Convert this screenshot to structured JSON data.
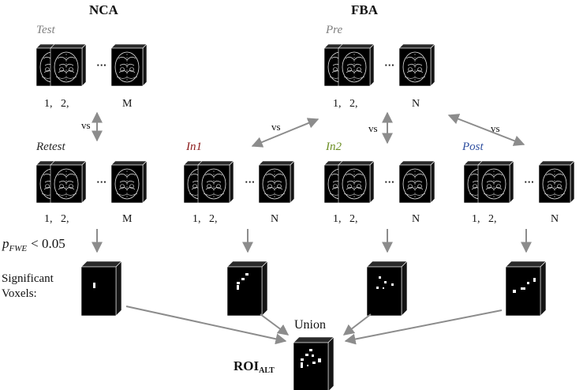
{
  "headings": {
    "nca": "NCA",
    "fba": "FBA"
  },
  "sessions": {
    "test": "Test",
    "retest": "Retest",
    "pre": "Pre",
    "in1": "In1",
    "in2": "In2",
    "post": "Post"
  },
  "indices": {
    "nca": "1,   2,",
    "fba": "1,   2,"
  },
  "counts": {
    "nca": "M",
    "fba": "N"
  },
  "ellipsis": "···",
  "vs_label": "vs",
  "threshold": {
    "p": "p",
    "subscript": "FWE",
    "relation": "< 0.05"
  },
  "significant_label": {
    "line1": "Significant",
    "line2": "Voxels:"
  },
  "union_label": "Union",
  "roi_label": {
    "main": "ROI",
    "subscript": "ALT"
  },
  "colors": {
    "session_gray": "#7f7f7f",
    "retest_black": "#262626",
    "in1_red": "#8b1a1a",
    "in2_green": "#6b8e23",
    "post_blue": "#2f4f9f",
    "arrow_gray": "#8c8c8c"
  }
}
